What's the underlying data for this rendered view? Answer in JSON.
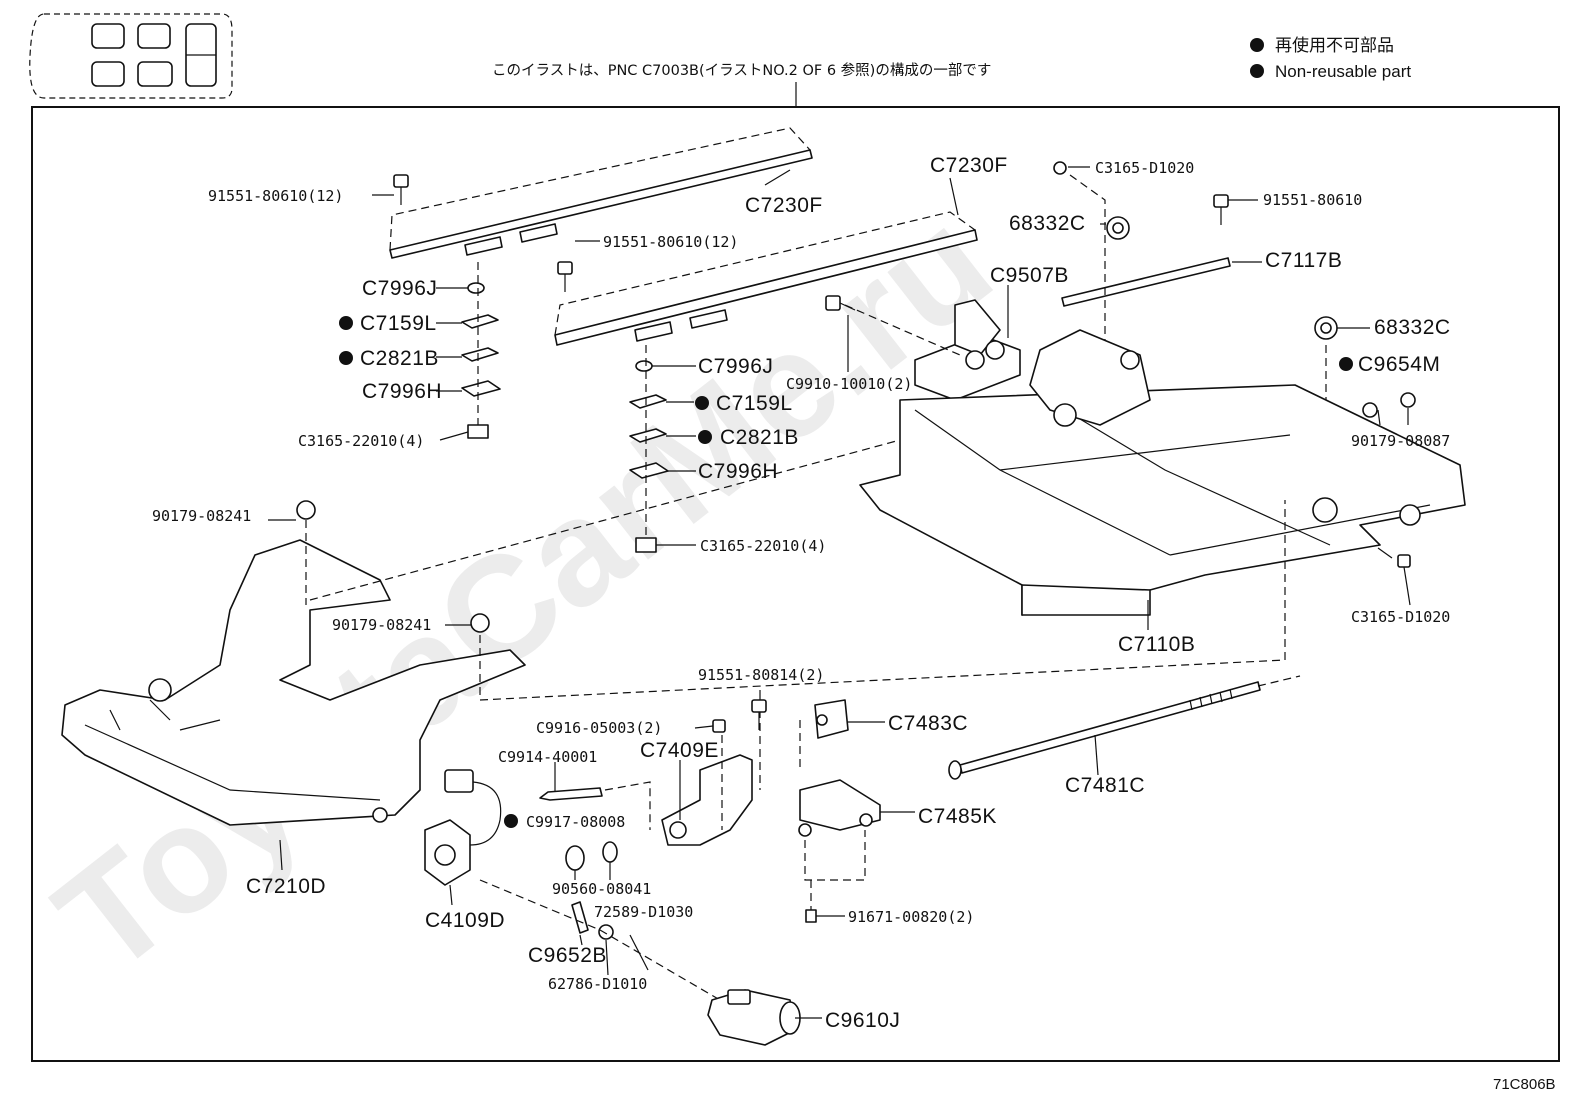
{
  "header": {
    "note": "このイラストは、PNC C7003B(イラストNO.2 OF 6 参照)の構成の一部です",
    "legend_jp": "再使用不可部品",
    "legend_en": "Non-reusable part"
  },
  "watermark": "ToyotaCarMe.ru",
  "illustration_code": "71C806B",
  "callouts": {
    "p91551_80610_12_a": "91551-80610(12)",
    "p91551_80610_12_b": "91551-80610(12)",
    "p91551_80610": "91551-80610",
    "c7230f_a": "C7230F",
    "c7230f_b": "C7230F",
    "c3165_d1020_top": "C3165-D1020",
    "p68332c_a": "68332C",
    "p68332c_b": "68332C",
    "c7117b": "C7117B",
    "c9507b": "C9507B",
    "c9910_10010": "C9910-10010(2)",
    "c7996j_a": "C7996J",
    "c7996j_b": "C7996J",
    "c7159l_a": "C7159L",
    "c7159l_b": "C7159L",
    "c2821b_a": "C2821B",
    "c2821b_b": "C2821B",
    "c7996h_a": "C7996H",
    "c7996h_b": "C7996H",
    "c3165_22010_a": "C3165-22010(4)",
    "c3165_22010_b": "C3165-22010(4)",
    "c9654m": "C9654M",
    "p90179_08087": "90179-08087",
    "p90179_08241_a": "90179-08241",
    "p90179_08241_b": "90179-08241",
    "c3165_d1020_right": "C3165-D1020",
    "c7110b": "C7110B",
    "p91551_80814": "91551-80814(2)",
    "c7483c": "C7483C",
    "c9916_05003": "C9916-05003(2)",
    "c7409e": "C7409E",
    "c9914_40001": "C9914-40001",
    "c7481c": "C7481C",
    "c9917_08008": "C9917-08008",
    "c7485k": "C7485K",
    "c7210d": "C7210D",
    "c4109d": "C4109D",
    "p90560_08041": "90560-08041",
    "p72589_d1030": "72589-D1030",
    "p91671_00820": "91671-00820(2)",
    "c9652b": "C9652B",
    "p62786_d1010": "62786-D1010",
    "c9610j": "C9610J"
  }
}
